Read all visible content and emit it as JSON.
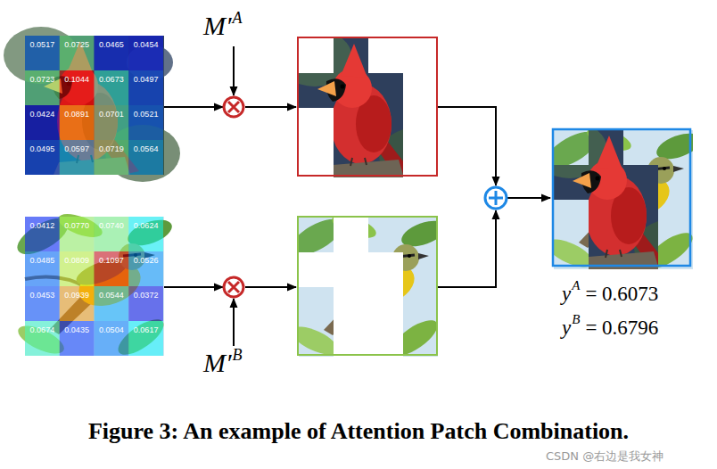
{
  "diagram": {
    "caption": "Figure 3: An example of Attention Patch Combination.",
    "nodes": [
      {
        "text": [
          "0.0517",
          "0.0725",
          "0.0465",
          "0.0454",
          "0.0723",
          "0.1044",
          "0.0673",
          "0.0497",
          "0.0424",
          "0.0891",
          "0.0701",
          "0.0521",
          "0.0495",
          "0.0597",
          "0.0719",
          "0.0564"
        ]
      },
      {
        "text": [
          "0.0412",
          "0.0770",
          "0.0740",
          "0.0624",
          "0.0485",
          "0.0809",
          "0.1097",
          "0.0526",
          "0.0453",
          "0.0939",
          "0.0544",
          "0.0372",
          "0.0674",
          "0.0435",
          "0.0504",
          "0.0617"
        ]
      }
    ],
    "labels": [
      "M′",
      "A",
      "M′",
      "B",
      "y",
      "A",
      "= 0.6073",
      "y",
      "B",
      "= 0.6796",
      "CSDN @右边是我女神"
    ]
  }
}
